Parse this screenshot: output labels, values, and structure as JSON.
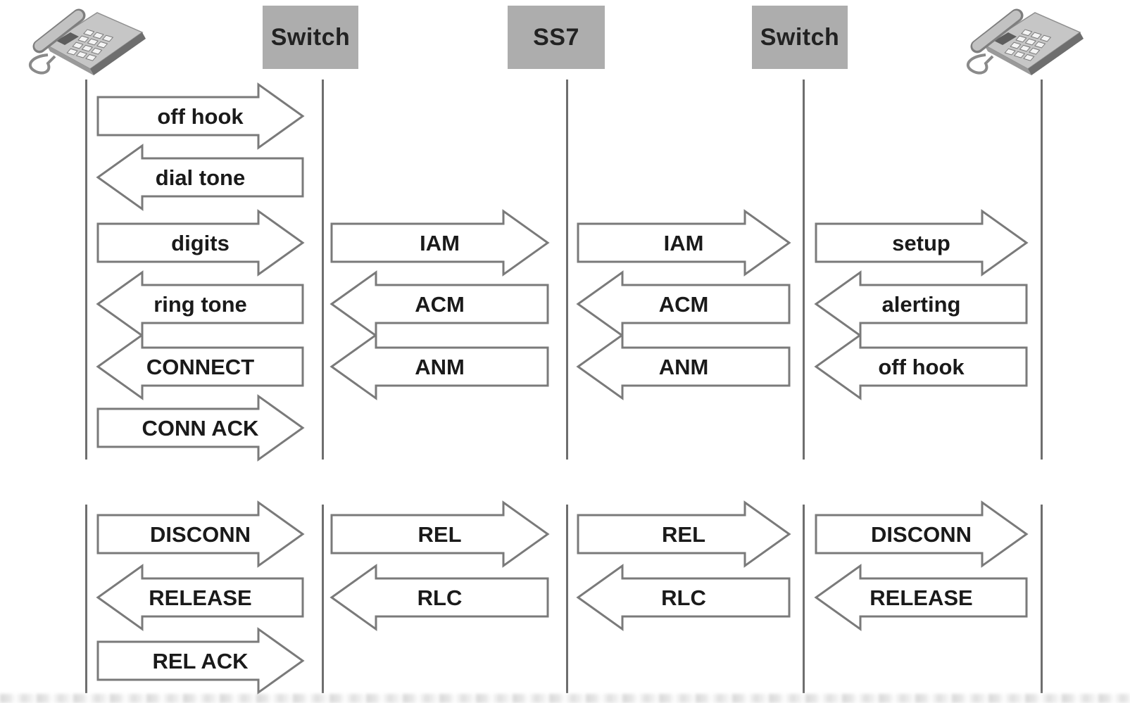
{
  "diagram": {
    "kind": "ss7-call-flow-sequence-diagram"
  },
  "colors": {
    "background": "#ffffff",
    "node_box_fill": "#adadad",
    "node_box_text": "#222222",
    "lifeline": "#6e6e6e",
    "arrow_fill": "#ffffff",
    "arrow_outline": "#7a7a7a",
    "arrow_text": "#1a1a1a",
    "phone_body": "#c6c6c6",
    "phone_shadow": "#6e6e6e"
  },
  "nodes": [
    {
      "id": "caller-phone",
      "kind": "phone-icon",
      "label": ""
    },
    {
      "id": "originating-switch",
      "kind": "box",
      "label": "Switch"
    },
    {
      "id": "ss7-network",
      "kind": "box",
      "label": "SS7"
    },
    {
      "id": "terminating-switch",
      "kind": "box",
      "label": "Switch"
    },
    {
      "id": "callee-phone",
      "kind": "phone-icon",
      "label": ""
    }
  ],
  "call_setup_messages": [
    {
      "col": 0,
      "row": 0,
      "dir": "right",
      "label": "off hook"
    },
    {
      "col": 0,
      "row": 1,
      "dir": "left",
      "label": "dial tone"
    },
    {
      "col": 0,
      "row": 2,
      "dir": "right",
      "label": "digits"
    },
    {
      "col": 1,
      "row": 2,
      "dir": "right",
      "label": "IAM"
    },
    {
      "col": 2,
      "row": 2,
      "dir": "right",
      "label": "IAM"
    },
    {
      "col": 3,
      "row": 2,
      "dir": "right",
      "label": "setup"
    },
    {
      "col": 0,
      "row": 3,
      "dir": "left",
      "label": "ring tone"
    },
    {
      "col": 1,
      "row": 3,
      "dir": "left",
      "label": "ACM"
    },
    {
      "col": 2,
      "row": 3,
      "dir": "left",
      "label": "ACM"
    },
    {
      "col": 3,
      "row": 3,
      "dir": "left",
      "label": "alerting"
    },
    {
      "col": 0,
      "row": 4,
      "dir": "left",
      "label": "CONNECT"
    },
    {
      "col": 1,
      "row": 4,
      "dir": "left",
      "label": "ANM"
    },
    {
      "col": 2,
      "row": 4,
      "dir": "left",
      "label": "ANM"
    },
    {
      "col": 3,
      "row": 4,
      "dir": "left",
      "label": "off hook"
    },
    {
      "col": 0,
      "row": 5,
      "dir": "right",
      "label": "CONN ACK"
    }
  ],
  "call_release_messages": [
    {
      "col": 0,
      "row": 0,
      "dir": "right",
      "label": "DISCONN"
    },
    {
      "col": 1,
      "row": 0,
      "dir": "right",
      "label": "REL"
    },
    {
      "col": 2,
      "row": 0,
      "dir": "right",
      "label": "REL"
    },
    {
      "col": 3,
      "row": 0,
      "dir": "right",
      "label": "DISCONN"
    },
    {
      "col": 0,
      "row": 1,
      "dir": "left",
      "label": "RELEASE"
    },
    {
      "col": 1,
      "row": 1,
      "dir": "left",
      "label": "RLC"
    },
    {
      "col": 2,
      "row": 1,
      "dir": "left",
      "label": "RLC"
    },
    {
      "col": 3,
      "row": 1,
      "dir": "left",
      "label": "RELEASE"
    },
    {
      "col": 0,
      "row": 2,
      "dir": "right",
      "label": "REL ACK"
    }
  ]
}
